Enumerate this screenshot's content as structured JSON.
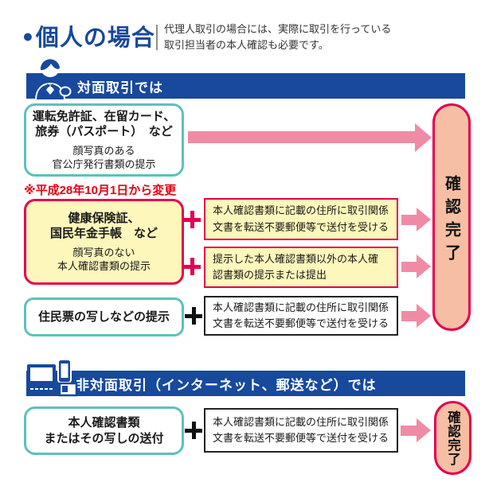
{
  "colors": {
    "blue": "#17499d",
    "pink": "#f08ba6",
    "capsule_fill": "#f6bfa3",
    "crimson": "#e4004f",
    "yellow": "#fdf7bb",
    "teal": "#5fc0ba",
    "red_note": "#e60012",
    "ink": "#1a1a1a"
  },
  "header": {
    "bullet": "●",
    "title": "個人の場合",
    "note_line1": "代理人取引の場合には、実際に取引を行っている",
    "note_line2": "取引担当者の本人確認も必要です。"
  },
  "sections": {
    "face_to_face": {
      "label": "対面取引では",
      "icon": "receptionist-icon"
    },
    "remote": {
      "label": "非対面取引（インターネット、郵送など）では",
      "icon": "devices-icon"
    }
  },
  "change_note": "※平成28年10月1日から変更",
  "result_capsule": {
    "text": "確認完了"
  },
  "plus_symbol": "+",
  "rows": {
    "photo_id": {
      "title_line1": "運転免許証、在留カード、",
      "title_line2": "旅券（パスポート）　など",
      "sub_line1": "顔写真のある",
      "sub_line2": "官公庁発行書類の提示"
    },
    "no_photo_id": {
      "title_line1": "健康保険証、",
      "title_line2": "国民年金手帳　など",
      "sub_line1": "顔写真のない",
      "sub_line2": "本人確認書類の提示",
      "option_a_line1": "本人確認書類に記載の住所に取引関係",
      "option_a_line2": "文書を転送不要郵便等で送付を受ける",
      "option_b_line1": "提示した本人確認書類以外の本人確",
      "option_b_line2": "認書類の提示または提出"
    },
    "resident_record": {
      "title": "住民票の写しなどの提示",
      "option_line1": "本人確認書類に記載の住所に取引関係",
      "option_line2": "文書を転送不要郵便等で送付を受ける"
    },
    "remote_send": {
      "title_line1": "本人確認書類",
      "title_line2": "またはその写しの送付",
      "option_line1": "本人確認書類に記載の住所に取引関係",
      "option_line2": "文書を転送不要郵便等で送付を受ける",
      "capsule": "確認完了"
    }
  }
}
